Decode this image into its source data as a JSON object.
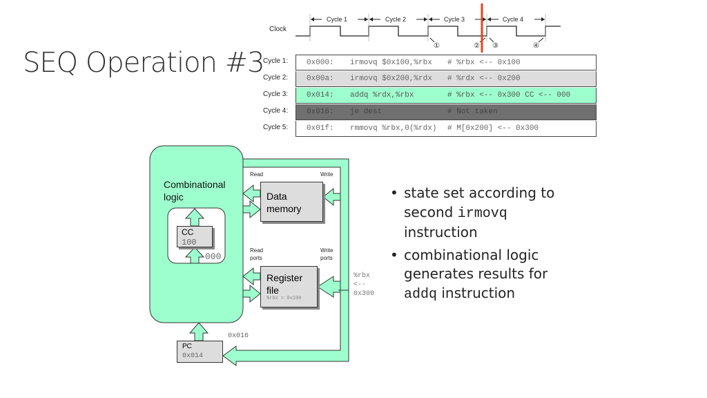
{
  "title": "SEQ Operation #3",
  "clock": {
    "label": "Clock",
    "cycles": [
      "Cycle 1",
      "Cycle 2",
      "Cycle 3",
      "Cycle 4"
    ],
    "markers": [
      "①",
      "②",
      "③",
      "④"
    ],
    "current_marker_color": "#e8421e"
  },
  "program": [
    {
      "label": "Cycle 1:",
      "addr": "0x000:",
      "instr": "irmovq $0x100,%rbx",
      "comment": "# %rbx <-- 0x100",
      "bg": "#ffffff",
      "color": "#666666"
    },
    {
      "label": "Cycle 2:",
      "addr": "0x00a:",
      "instr": "irmovq $0x200,%rdx",
      "comment": "# %rdx <-- 0x200",
      "bg": "#dddddd",
      "color": "#666666"
    },
    {
      "label": "Cycle 3:",
      "addr": "0x014:",
      "instr": "addq %rdx,%rbx",
      "comment": "# %rbx <-- 0x300 CC <-- 000",
      "bg": "#9effce",
      "color": "#555555"
    },
    {
      "label": "Cycle 4:",
      "addr": "0x016:",
      "instr": "je dest",
      "comment": "# Not taken",
      "bg": "#707070",
      "color": "#444444"
    },
    {
      "label": "Cycle 5:",
      "addr": "0x01f:",
      "instr": "rmmovq %rbx,0(%rdx)",
      "comment": "# M[0x200] <-- 0x300",
      "bg": "#ffffff",
      "color": "#666666"
    }
  ],
  "diagram": {
    "comb_logic": "Combinational logic",
    "cc_label": "CC",
    "cc_value": "100",
    "cc_next": "000",
    "mem_read": "Read",
    "mem_write": "Write",
    "data_memory": "Data memory",
    "reg_read": "Read ports",
    "reg_write": "Write ports",
    "register_file": "Register file",
    "reg_state": "%rbx = 0x100",
    "reg_update": [
      "%rbx",
      "<--",
      "0x300"
    ],
    "pc_next": "0x016",
    "pc_label": "PC",
    "pc_value": "0x014",
    "accent": "#9effce"
  },
  "bullets": [
    {
      "text": "state set according to second ",
      "code": "irmovq",
      "after": " instruction"
    },
    {
      "text": "combinational logic generates results for ",
      "code": "addq",
      "after": " instruction"
    }
  ]
}
